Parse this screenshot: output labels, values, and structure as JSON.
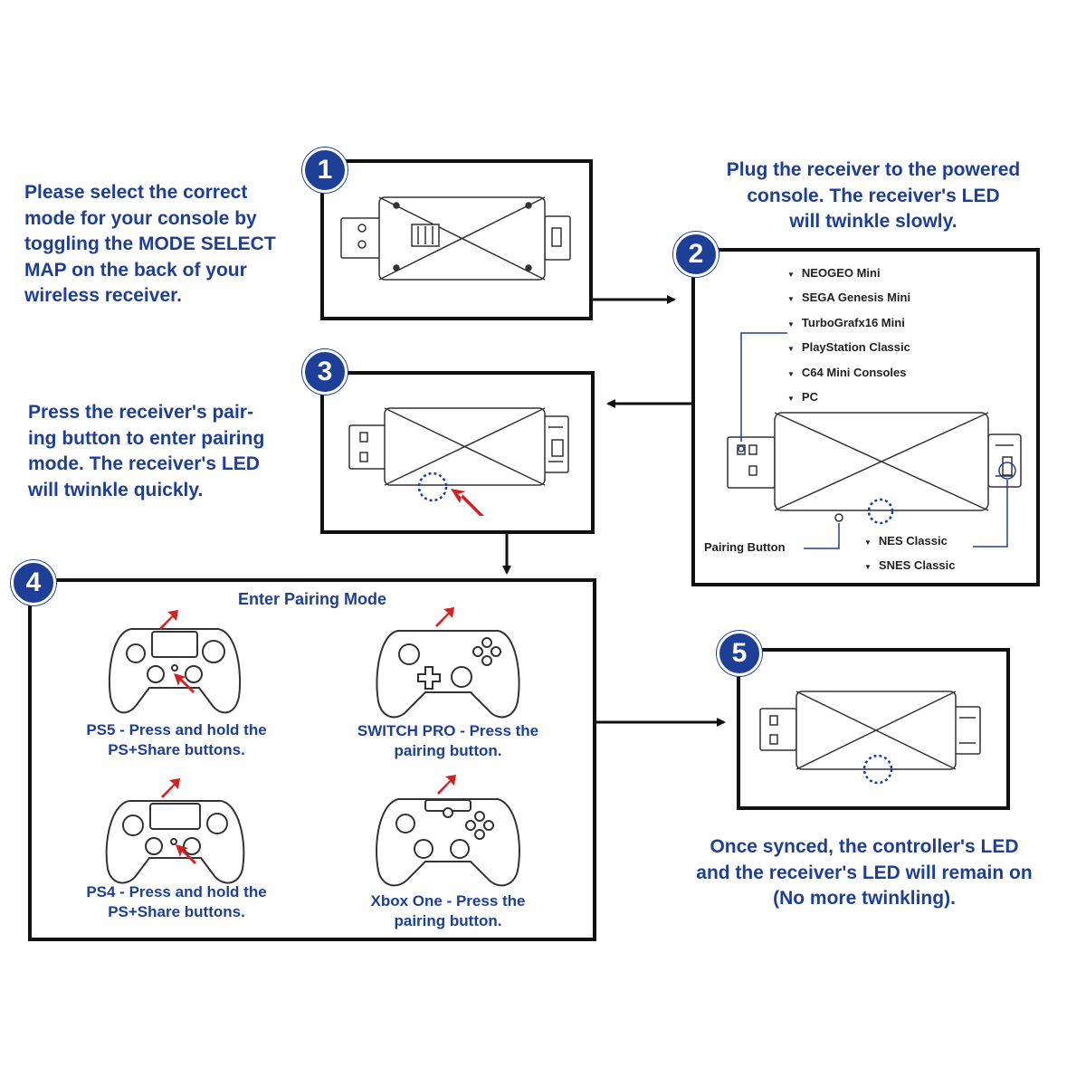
{
  "steps": {
    "s1": {
      "badge": "1",
      "text": [
        "Please select the correct",
        "mode for your console by",
        "toggling the MODE SELECT",
        "MAP on the back of your",
        "wireless receiver."
      ]
    },
    "s2": {
      "badge": "2",
      "text": [
        "Plug the receiver to the powered",
        "console. The receiver's LED",
        "will twinkle slowly."
      ],
      "consoles_top": [
        "NEOGEO Mini",
        "SEGA Genesis Mini",
        "TurboGrafx16 Mini",
        "PlayStation Classic",
        "C64 Mini Consoles",
        "PC"
      ],
      "consoles_bottom": [
        "NES Classic",
        "SNES Classic"
      ],
      "pairing_label": "Pairing Button"
    },
    "s3": {
      "badge": "3",
      "text": [
        "Press the receiver's pair-",
        "ing button to enter pairing",
        "mode. The receiver's LED",
        "will twinkle quickly."
      ]
    },
    "s4": {
      "badge": "4",
      "title": "Enter Pairing Mode",
      "controllers": [
        {
          "name": "ps5",
          "caption": [
            "PS5 - Press and hold the",
            "PS+Share buttons."
          ]
        },
        {
          "name": "switch-pro",
          "caption": [
            "SWITCH PRO - Press the",
            "pairing button."
          ]
        },
        {
          "name": "ps4",
          "caption": [
            "PS4 - Press and hold the",
            "PS+Share buttons."
          ]
        },
        {
          "name": "xbox-one",
          "caption": [
            "Xbox One - Press the",
            "pairing button."
          ]
        }
      ]
    },
    "s5": {
      "badge": "5",
      "text": [
        "Once synced, the controller's LED",
        "and the receiver's LED will remain on",
        "(No more twinkling)."
      ]
    }
  },
  "colors": {
    "accent": "#1d3f98",
    "arrow_red": "#d42020",
    "line": "#111111"
  }
}
